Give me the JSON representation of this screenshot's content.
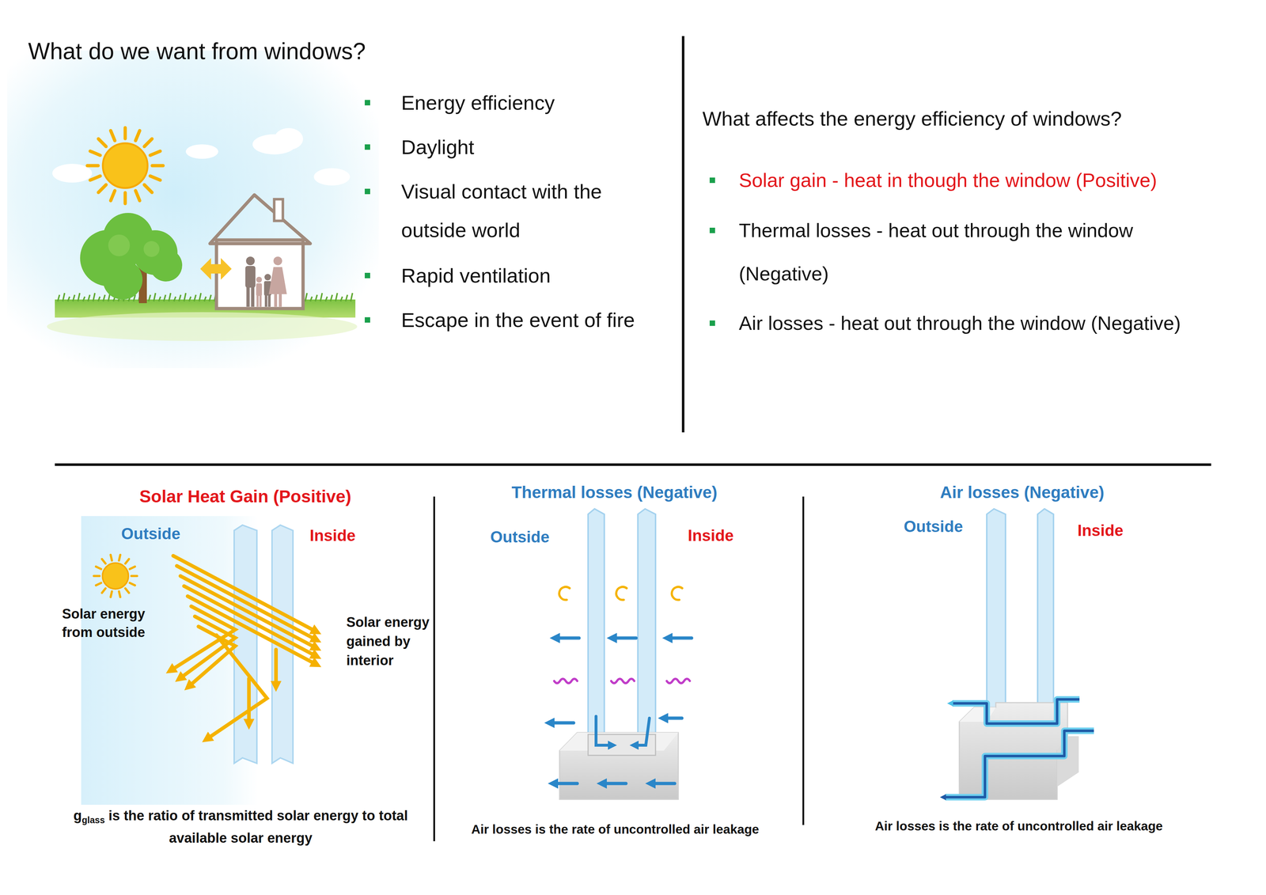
{
  "diagram": {
    "labels": [
      "What do we want from windows?",
      "Energy efficiency",
      "Daylight",
      "Visual contact with the outside world",
      "Rapid ventilation",
      "Escape in the event of fire",
      "What affects the energy efficiency of windows?",
      "Solar gain - heat in though the window (Positive)",
      "Thermal losses - heat out through the window (Negative)",
      "Air losses - heat out through the window (Negative)",
      "Solar Heat Gain (Positive)",
      "Outside",
      "Inside",
      "Solar energy from outside",
      "Solar energy gained by interior",
      "g",
      "glass",
      "is the ratio of transmitted solar energy to total available solar energy",
      "Thermal losses (Negative)",
      "Outside",
      "Inside",
      "Air losses is the rate of uncontrolled air leakage",
      "Air losses (Negative)",
      "Outside",
      "Inside",
      "Air losses is the rate of uncontrolled air leakage"
    ]
  }
}
